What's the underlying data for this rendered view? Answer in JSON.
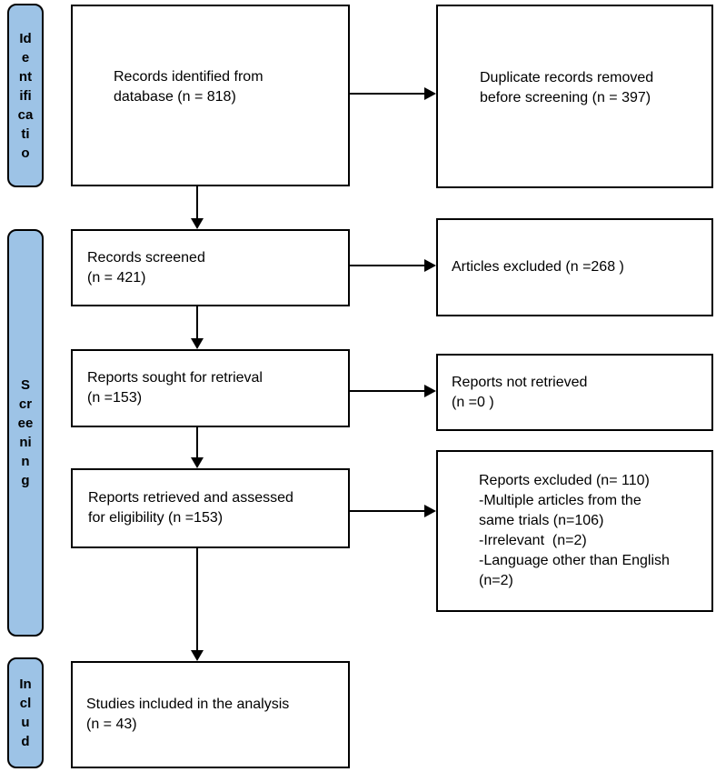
{
  "diagram": {
    "type": "prisma-flowchart",
    "background": "#ffffff",
    "colors": {
      "stage_fill": "#9DC3E6",
      "stage_border": "#000000",
      "box_fill": "#ffffff",
      "box_border": "#000000",
      "arrow": "#000000",
      "text": "#000000"
    },
    "stages": {
      "identification": {
        "label": "Identificatio",
        "display": "Id\ne\nnt\nifi\nca\nti\no"
      },
      "screening": {
        "label": "Screening",
        "display": "S\ncr\nee\nni\nn\ng"
      },
      "included": {
        "label": "Includ",
        "display": "In\ncl\nu\nd"
      }
    },
    "boxes": {
      "records_identified": {
        "text": "Records identified from\ndatabase (n = 818)",
        "n": 818
      },
      "duplicates_removed": {
        "text": "Duplicate records removed\nbefore screening (n = 397)",
        "n": 397
      },
      "records_screened": {
        "text": "Records screened\n(n = 421)",
        "n": 421
      },
      "articles_excluded": {
        "text": "Articles excluded (n =268 )",
        "n": 268
      },
      "reports_sought": {
        "text": "Reports sought for retrieval\n(n =153)",
        "n": 153
      },
      "reports_not_retrieved": {
        "text": "Reports not retrieved\n(n =0 )",
        "n": 0
      },
      "reports_assessed": {
        "text": "Reports retrieved and assessed\nfor eligibility (n =153)",
        "n": 153
      },
      "reports_excluded": {
        "text": "Reports excluded (n= 110)\n-Multiple articles from the\nsame trials (n=106)\n-Irrelevant  (n=2)\n-Language other than English\n(n=2)",
        "n": 110
      },
      "studies_included": {
        "text": "Studies included in the analysis\n(n = 43)",
        "n": 43
      }
    }
  }
}
